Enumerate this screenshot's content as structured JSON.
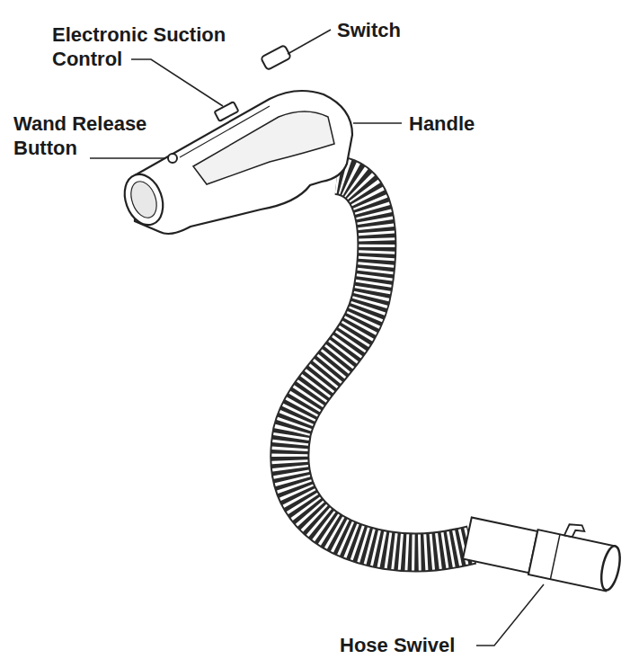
{
  "diagram": {
    "labels": [
      "Electronic Suction Control",
      "Switch",
      "Wand Release Button",
      "Handle",
      "Hose Swivel"
    ]
  }
}
